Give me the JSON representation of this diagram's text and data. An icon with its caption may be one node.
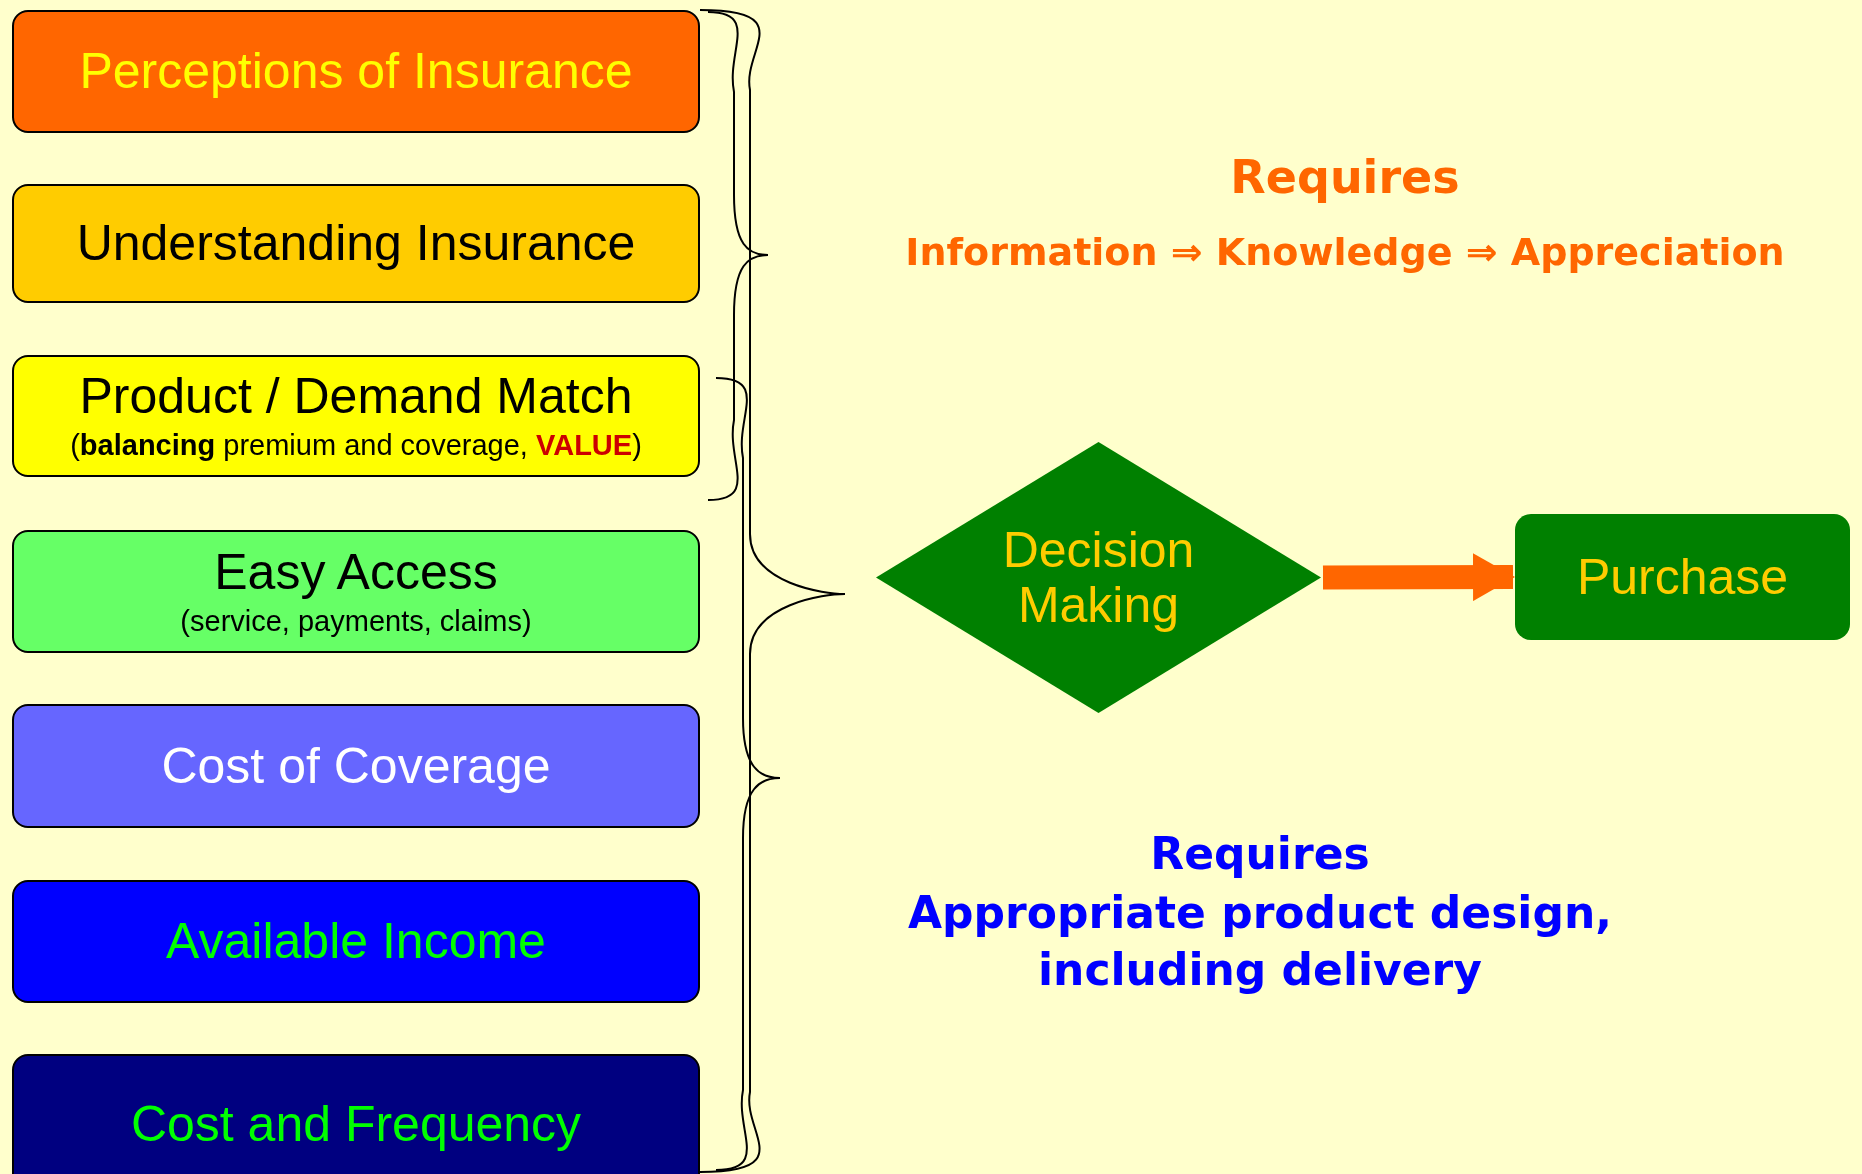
{
  "diagram": {
    "nodes": [
      {
        "text": [
          "Perceptions of Insurance"
        ]
      },
      {
        "text": [
          "Understanding Insurance"
        ]
      },
      {
        "text": [
          "Product / Demand Match",
          "(**balancing** premium and coverage, **VALUE**)"
        ]
      },
      {
        "text": [
          "Easy Access",
          "(service, payments, claims)"
        ]
      },
      {
        "text": [
          "Cost of Coverage"
        ]
      },
      {
        "text": [
          "Available Income"
        ]
      },
      {
        "text": [
          "Cost and Frequency"
        ]
      },
      {
        "text": [
          "Decision Making"
        ]
      },
      {
        "text": [
          "Purchase"
        ]
      }
    ],
    "edges": [
      {
        "from": 7,
        "to": 8,
        "arrow": "to",
        "color": "#ff6600"
      }
    ],
    "labels": [
      "Requires",
      "Information ⇒ Knowledge ⇒ Appreciation",
      "Requires",
      "Appropriate product design, including delivery"
    ]
  }
}
